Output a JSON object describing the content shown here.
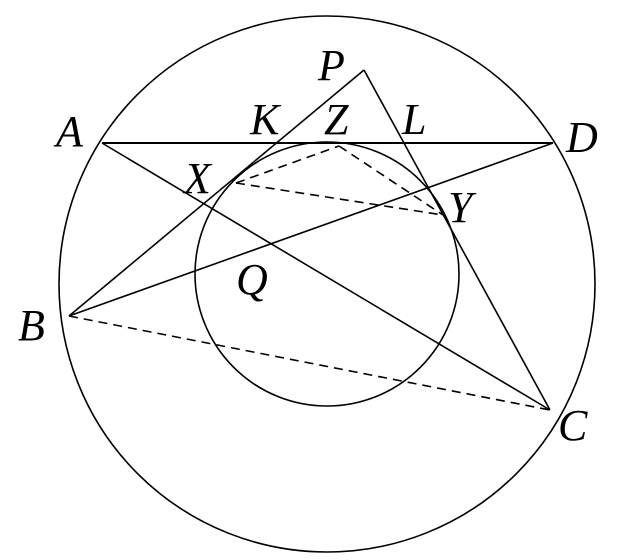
{
  "labels": {
    "A": "A",
    "B": "B",
    "C": "C",
    "D": "D",
    "P": "P",
    "Q": "Q",
    "K": "K",
    "L": "L",
    "X": "X",
    "Y": "Y",
    "Z": "Z"
  }
}
